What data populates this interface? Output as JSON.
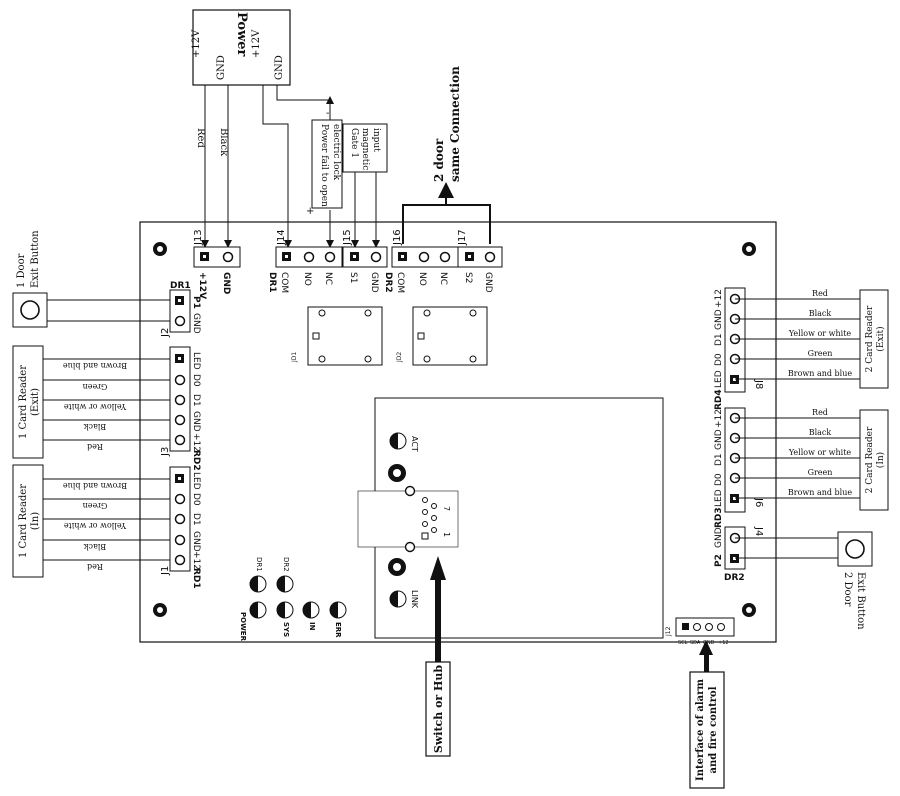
{
  "power_box": {
    "title": "Power",
    "pins_left": [
      "+12V",
      "GND"
    ],
    "pins_right": [
      "+12V",
      "GND"
    ]
  },
  "wires_top": {
    "red": "Red",
    "black": "Black"
  },
  "notes": {
    "power_fail": [
      "Power fail to open",
      "electric lock"
    ],
    "gate_input": [
      "Gate 1",
      "magnetic",
      "input"
    ],
    "two_door": [
      "2 door",
      "same Connection"
    ],
    "minus": "-",
    "plus": "+"
  },
  "headers_top": {
    "j13": {
      "id": "J13",
      "pins": [
        "+12V",
        "GND"
      ]
    },
    "j14": {
      "id": "J14",
      "dr": "DR1",
      "pins": [
        "COM",
        "NO",
        "NC"
      ]
    },
    "j15": {
      "id": "J15",
      "pins": [
        "S1",
        "GND"
      ]
    },
    "j16": {
      "id": "J16",
      "dr": "DR2",
      "pins": [
        "COM",
        "NO",
        "NC"
      ]
    },
    "j17": {
      "id": "J17",
      "pins": [
        "S2",
        "GND"
      ]
    }
  },
  "left": {
    "exit1": {
      "label": [
        "1 Door",
        "Exit Button"
      ]
    },
    "j2": {
      "id": "J2",
      "dr": "DR1",
      "pins": [
        "P1",
        "GND"
      ]
    },
    "reader_exit": {
      "label": [
        "1 Card Reader",
        "(Exit)"
      ],
      "wires": [
        "Brown and blue",
        "Green",
        "Yellow or white",
        "Black",
        "Red"
      ]
    },
    "j3": {
      "id": "J3",
      "rd": "RD2",
      "pins": [
        "LED",
        "D0",
        "D1",
        "GND",
        "+12"
      ]
    },
    "reader_in": {
      "label": [
        "1 Card Reader",
        "(In)"
      ],
      "wires": [
        "Brown and blue",
        "Green",
        "Yellow or white",
        "Black",
        "Red"
      ]
    },
    "j1": {
      "id": "J1",
      "rd": "RD1",
      "pins": [
        "LED",
        "D0",
        "D1",
        "GND",
        "+12"
      ]
    }
  },
  "right": {
    "reader_exit": {
      "label": [
        "2 Card Reader",
        "(Exit)"
      ],
      "wires": [
        "Red",
        "Black",
        "Yellow or white",
        "Green",
        "Brown and blue"
      ]
    },
    "j8": {
      "id": "J8",
      "rd": "RD4",
      "pins": [
        "+12",
        "GND",
        "D1",
        "D0",
        "LED"
      ]
    },
    "reader_in": {
      "label": [
        "2 Card Reader",
        "(In)"
      ],
      "wires": [
        "Red",
        "Black",
        "Yellow or white",
        "Green",
        "Brown and blue"
      ]
    },
    "j6": {
      "id": "J6",
      "rd": "RD3",
      "pins": [
        "+12",
        "GND",
        "D1",
        "D0",
        "LED"
      ]
    },
    "exit2": {
      "label": [
        "2 Door",
        "Exit Button"
      ]
    },
    "j4": {
      "id": "J4",
      "dr": "DR2",
      "pins": [
        "GND",
        "P2"
      ]
    }
  },
  "relays": {
    "jd1": "JD1",
    "jd2": "JD2"
  },
  "ethernet": {
    "act": "ACT",
    "link": "LINK",
    "pin_a": "7",
    "pin_b": "1"
  },
  "leds": {
    "dr1": "DR1",
    "dr2": "DR2",
    "power": "POWER",
    "sys": "SYS",
    "in": "IN",
    "err": "ERR"
  },
  "j12": {
    "id": "J12",
    "pins": [
      "SCL",
      "SDA",
      "GND",
      "+12"
    ]
  },
  "callouts": {
    "switch": "Switch or Hub",
    "alarm": [
      "Interface of alarm",
      "and fire control"
    ]
  }
}
